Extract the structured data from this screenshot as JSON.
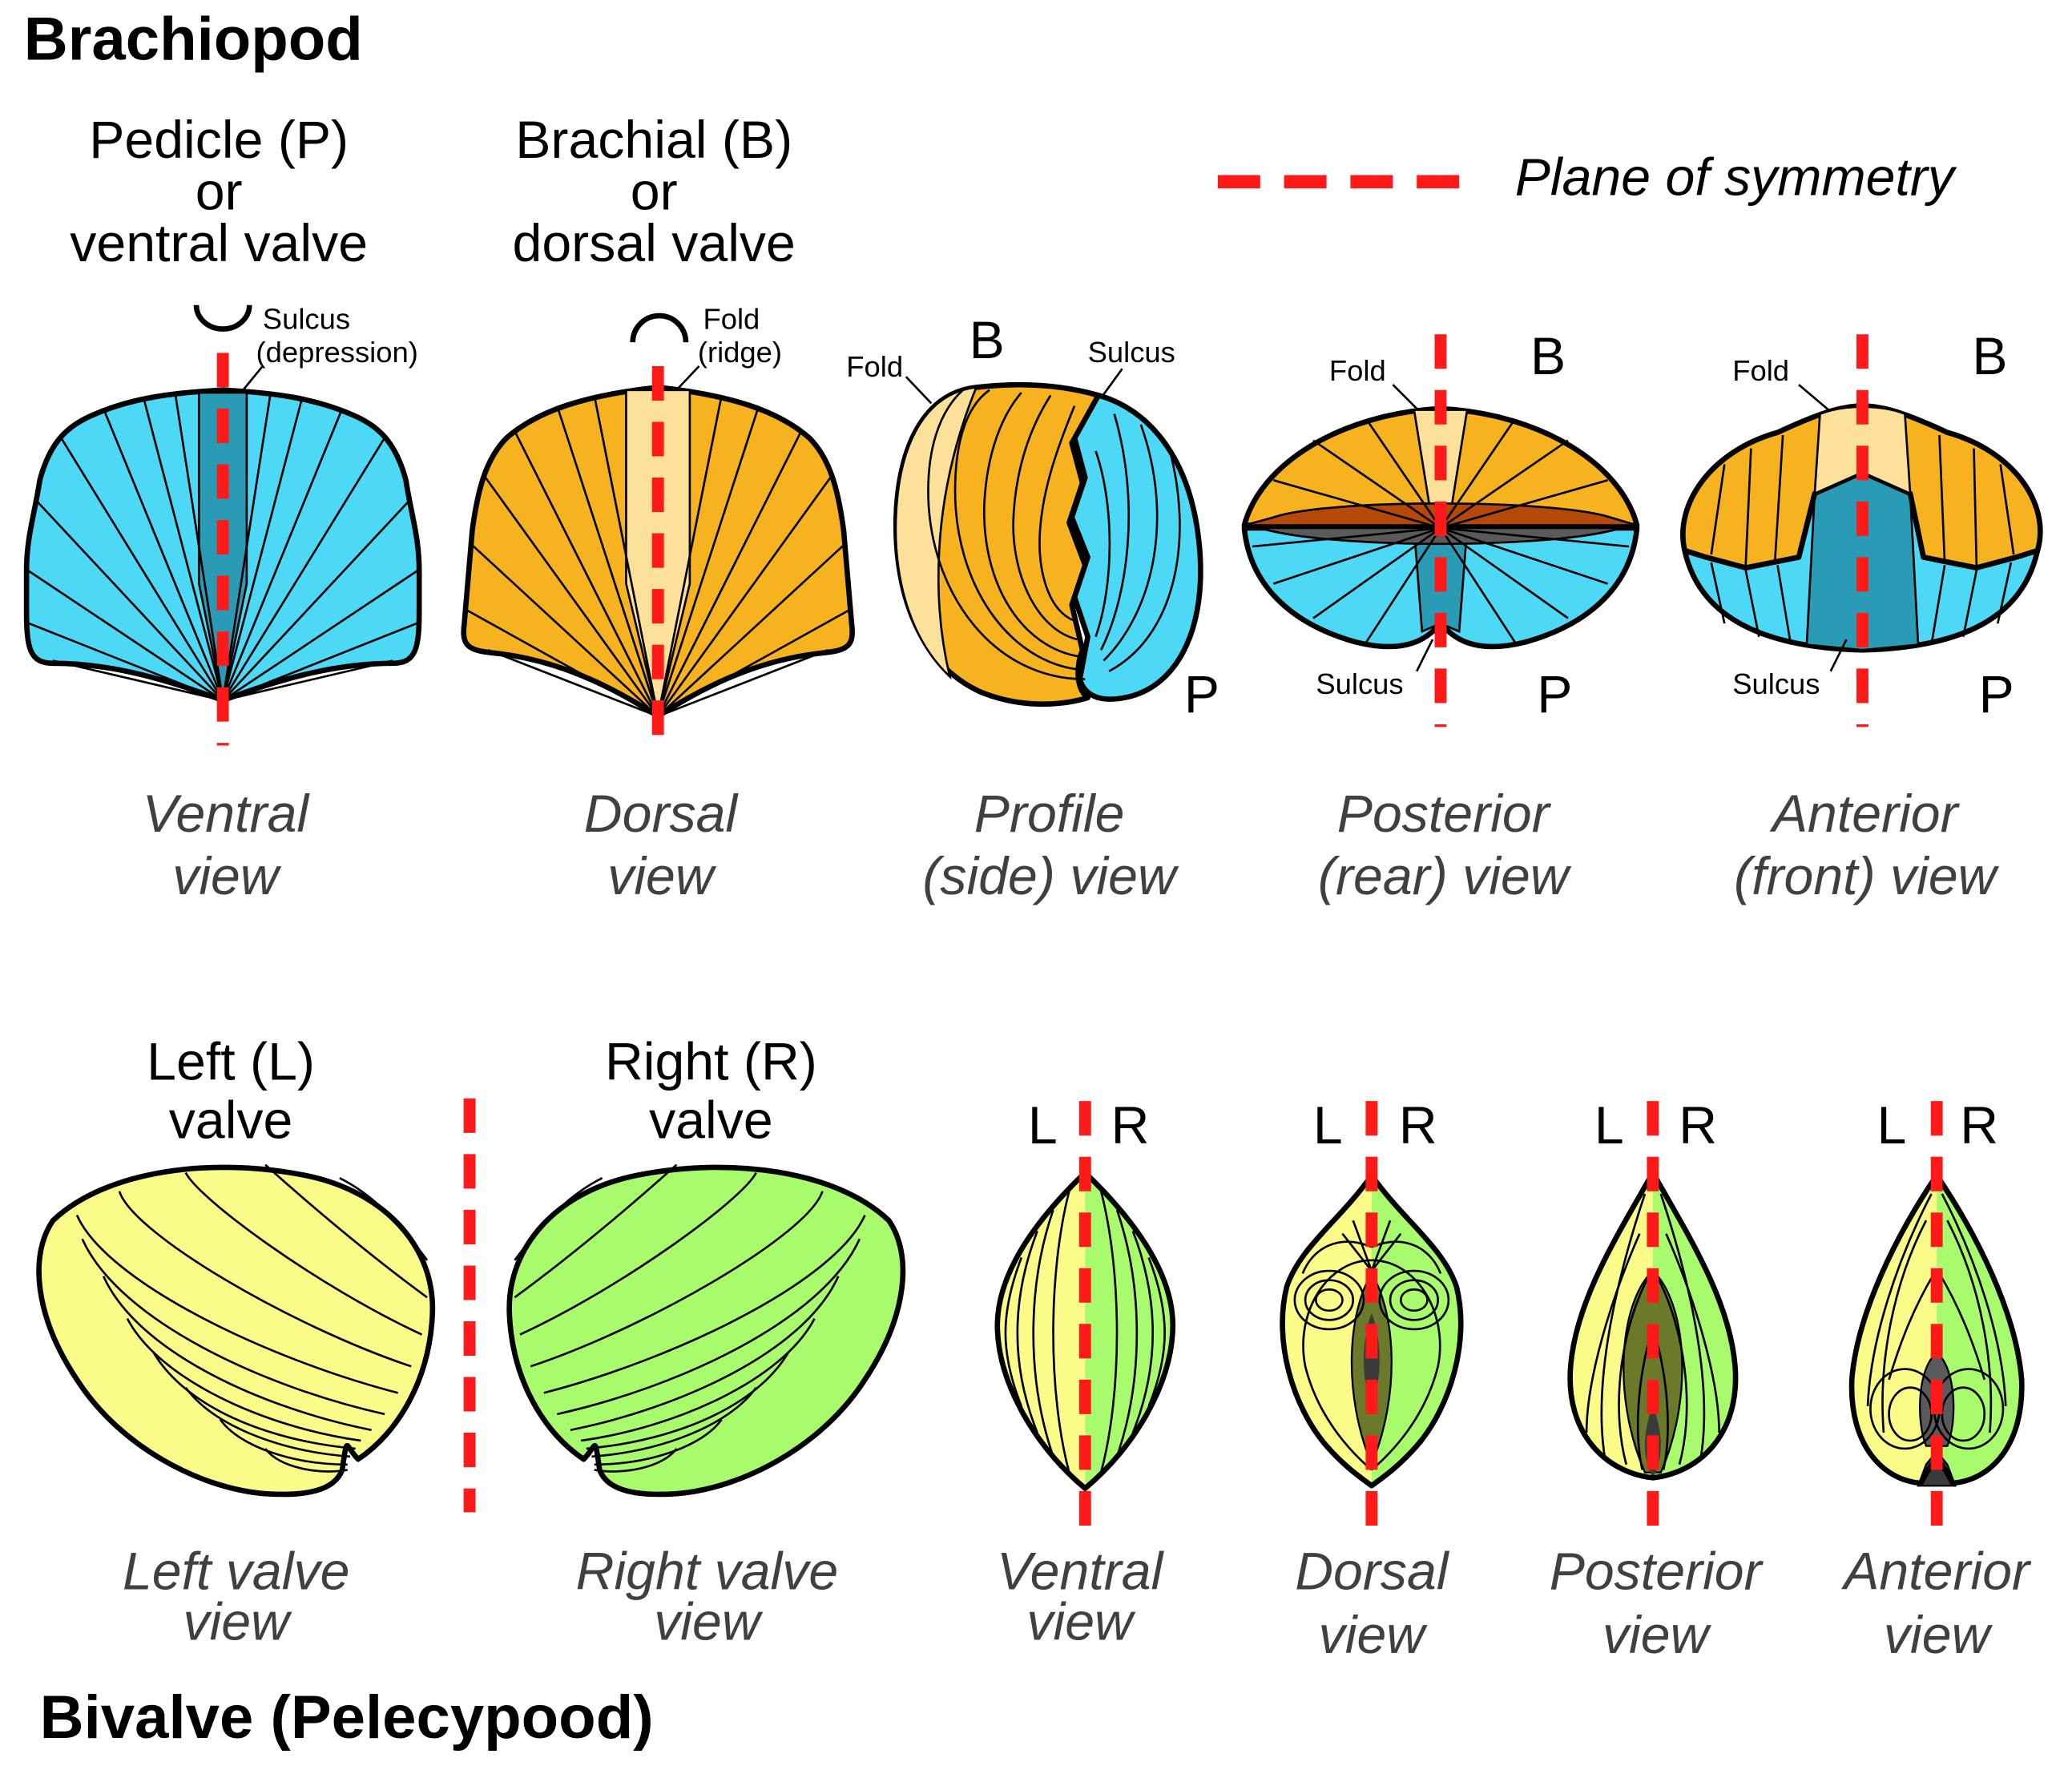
{
  "brachiopod": {
    "title": "Brachiopod",
    "legend": {
      "label": "Plane of symmetry",
      "line_color": "#ff1a1a"
    },
    "headers": {
      "pedicle": [
        "Pedicle (P)",
        "or",
        "ventral valve"
      ],
      "brachial": [
        "Brachial (B)",
        "or",
        "dorsal valve"
      ]
    },
    "labels": {
      "sulcus": "Sulcus",
      "depression": "(depression)",
      "fold": "Fold",
      "ridge": "(ridge)",
      "b": "B",
      "p": "P"
    },
    "captions": {
      "ventral": [
        "Ventral",
        "view"
      ],
      "dorsal": [
        "Dorsal",
        "view"
      ],
      "profile": [
        "Profile",
        "(side) view"
      ],
      "posterior": [
        "Posterior",
        "(rear) view"
      ],
      "anterior": [
        "Anterior",
        "(front) view"
      ]
    },
    "colors": {
      "pedicle_valve": "#4dd9f5",
      "brachial_valve": "#f7b21f",
      "fold": "#fde09a",
      "sulcus": "#2a9bb5"
    }
  },
  "bivalve": {
    "title": "Bivalve (Pelecypood)",
    "headers": {
      "left": [
        "Left (L)",
        "valve"
      ],
      "right": [
        "Right (R)",
        "valve"
      ]
    },
    "labels": {
      "l": "L",
      "r": "R"
    },
    "captions": {
      "left": [
        "Left valve",
        "view"
      ],
      "right": [
        "Right valve",
        "view"
      ],
      "ventral": [
        "Ventral",
        "view"
      ],
      "dorsal": [
        "Dorsal",
        "view"
      ],
      "posterior": [
        "Posterior",
        "view"
      ],
      "anterior": [
        "Anterior",
        "view"
      ]
    },
    "colors": {
      "left_valve": "#fbfb8a",
      "right_valve": "#a8fb6c"
    }
  }
}
